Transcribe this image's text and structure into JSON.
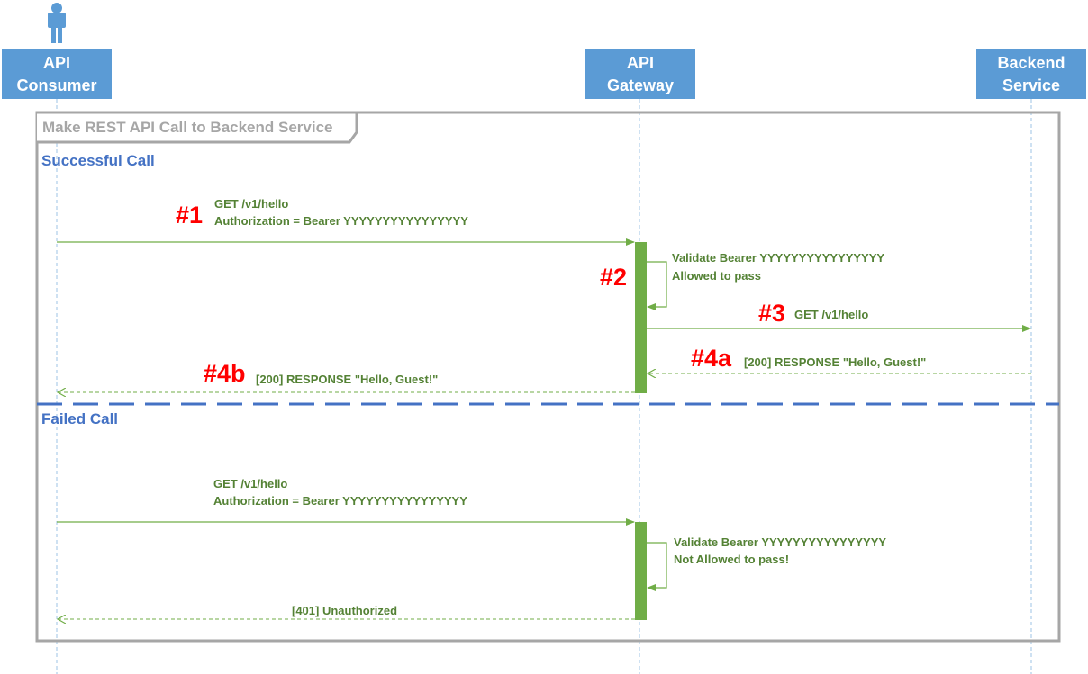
{
  "participants": {
    "consumer": [
      "API",
      "Consumer"
    ],
    "gateway": [
      "API",
      "Gateway"
    ],
    "backend": [
      "Backend",
      "Service"
    ]
  },
  "frame": {
    "title": "Make REST API Call to Backend Service"
  },
  "successful": {
    "section_label": "Successful Call",
    "request": {
      "step": "#1",
      "line1": "GET /v1/hello",
      "line2": "Authorization = Bearer YYYYYYYYYYYYYYYY"
    },
    "validate": {
      "step": "#2",
      "line1": "Validate Bearer YYYYYYYYYYYYYYYY",
      "line2": "Allowed to pass"
    },
    "forward": {
      "step": "#3",
      "label": "GET /v1/hello"
    },
    "backend_response": {
      "step": "#4a",
      "label": "[200] RESPONSE \"Hello, Guest!\""
    },
    "client_response": {
      "step": "#4b",
      "label": "[200] RESPONSE \"Hello, Guest!\""
    }
  },
  "failed": {
    "section_label": "Failed Call",
    "request": {
      "line1": "GET /v1/hello",
      "line2": "Authorization = Bearer YYYYYYYYYYYYYYYY"
    },
    "validate": {
      "line1": "Validate Bearer YYYYYYYYYYYYYYYY",
      "line2": "Not Allowed to pass!"
    },
    "response": {
      "label": "[401] Unauthorized"
    }
  },
  "colors": {
    "participant_fill": "#5b9bd5",
    "message_line": "#70ad47",
    "message_text": "#548235",
    "activation_bar": "#70ad47",
    "section_divider": "#4472c4",
    "step_number": "#ff0000",
    "frame_border": "#a6a6a6"
  }
}
